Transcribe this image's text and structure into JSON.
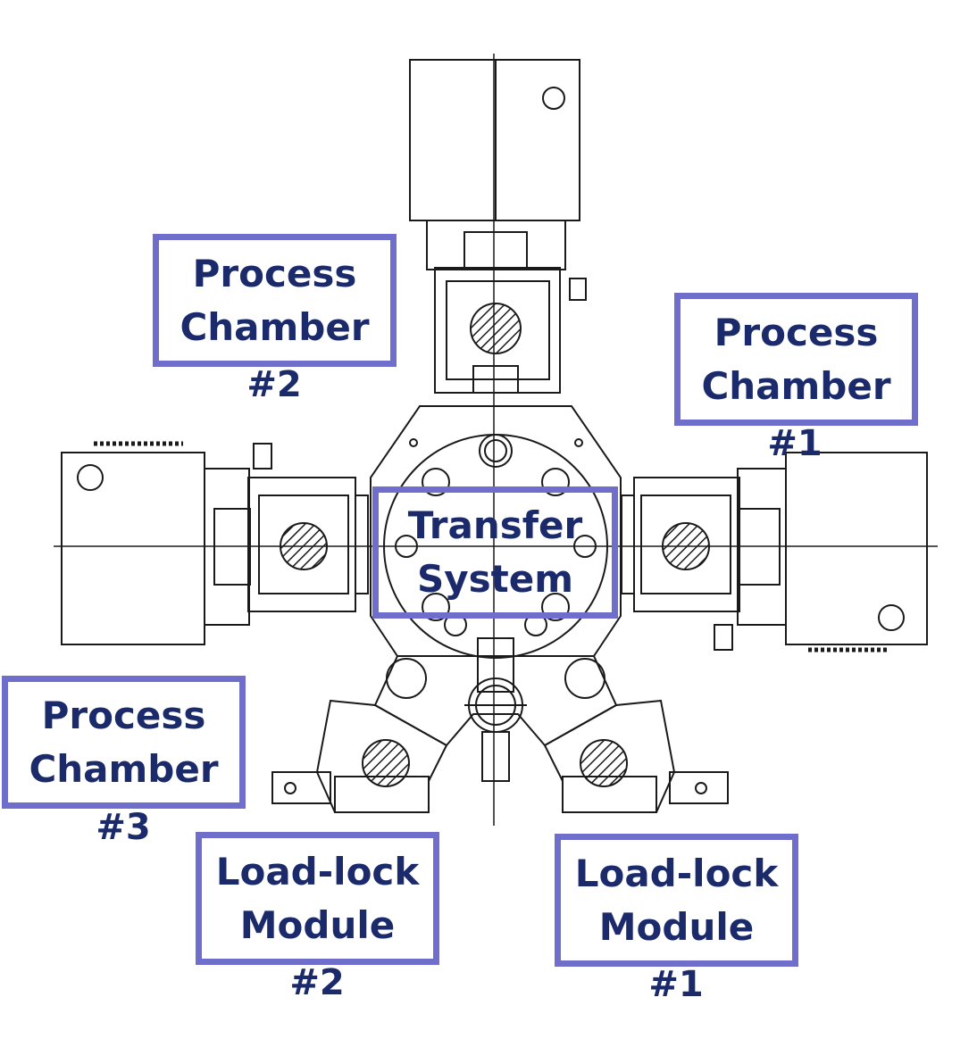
{
  "colors": {
    "line": "#1a1a1a",
    "label_text": "#1b2a6b",
    "label_border": "#6f6fcb",
    "background": "#ffffff"
  },
  "labels": {
    "pc2": {
      "line1": "Process",
      "line2": "Chamber",
      "number": "#2"
    },
    "pc1": {
      "line1": "Process",
      "line2": "Chamber",
      "number": "#1"
    },
    "pc3": {
      "line1": "Process",
      "line2": "Chamber",
      "number": "#3"
    },
    "transfer": {
      "line1": "Transfer",
      "line2": "System"
    },
    "ll2": {
      "line1": "Load-lock",
      "line2": "Module",
      "number": "#2"
    },
    "ll1": {
      "line1": "Load-lock",
      "line2": "Module",
      "number": "#1"
    }
  }
}
